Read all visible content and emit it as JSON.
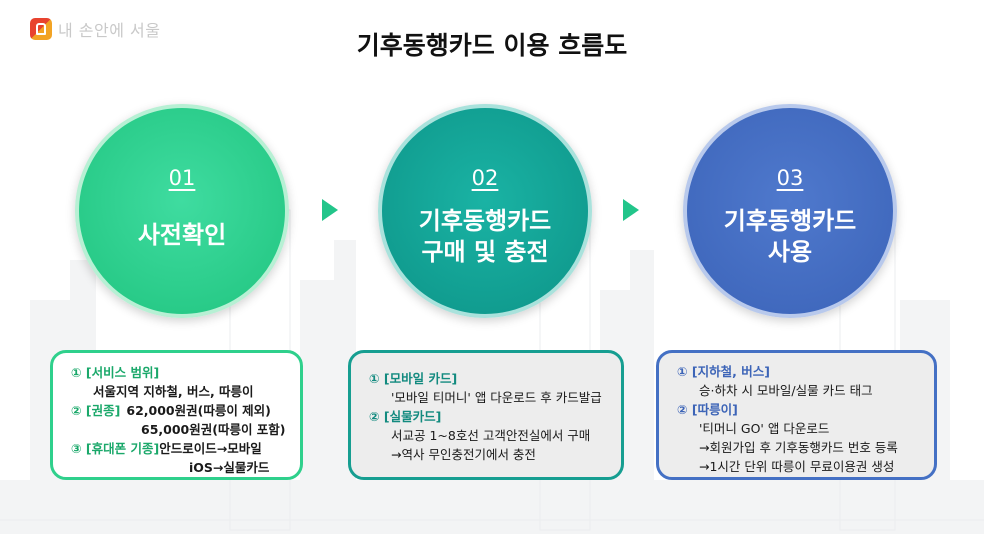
{
  "logo": {
    "text": "내 손안에 서울"
  },
  "title": "기후동행카드 이용 흐름도",
  "steps": [
    {
      "num": "01",
      "label": "사전확인"
    },
    {
      "num": "02",
      "label": "기후동행카드\n구매 및 충전"
    },
    {
      "num": "03",
      "label": "기후동행카드\n사용"
    }
  ],
  "box1": {
    "service_head": "① [서비스 범위]",
    "service_text": "서울지역 지하철, 버스, 따릉이",
    "type_head": "② [권종]",
    "type_val1": "62,000원권(따릉이 제외)",
    "type_val2": "65,000원권(따릉이 포함)",
    "phone_head": "③ [휴대폰 기종]",
    "phone_val1": "안드로이드→모바일",
    "phone_val2": "iOS→실물카드"
  },
  "box2": {
    "mobile_head": "① [모바일 카드]",
    "mobile_text": "'모바일 티머니' 앱 다운로드 후 카드발급",
    "physical_head": "② [실물카드]",
    "physical_text1": "서교공 1~8호선 고객안전실에서 구매",
    "physical_text2": "→역사 무인충전기에서 충전"
  },
  "box3": {
    "subway_head": "① [지하철, 버스]",
    "subway_text": "승·하차 시 모바일/실물 카드 태그",
    "bike_head": "② [따릉이]",
    "bike_text1": "'티머니 GO' 앱 다운로드",
    "bike_text2": "→회원가입 후 기후동행카드 번호 등록",
    "bike_text3": "→1시간 단위 따릉이 무료이용권 생성"
  },
  "colors": {
    "step1": "#20c47f",
    "step2": "#0d9488",
    "step3": "#3b63b8",
    "arrow": "#22c58a"
  }
}
